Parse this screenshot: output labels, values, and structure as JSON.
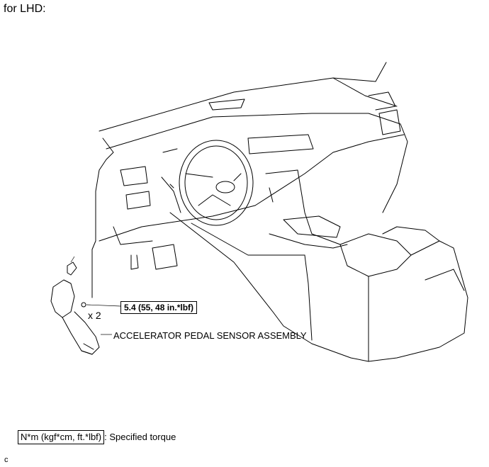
{
  "heading": "for LHD:",
  "torque": {
    "value": "5.4 (55, 48 in.*lbf)",
    "quantity": "x 2"
  },
  "part_label": "ACCELERATOR PEDAL SENSOR ASSEMBLY",
  "legend": {
    "box_text": "N*m (kgf*cm, ft.*lbf)",
    "description": ": Specified torque"
  },
  "illustration_code": "c"
}
